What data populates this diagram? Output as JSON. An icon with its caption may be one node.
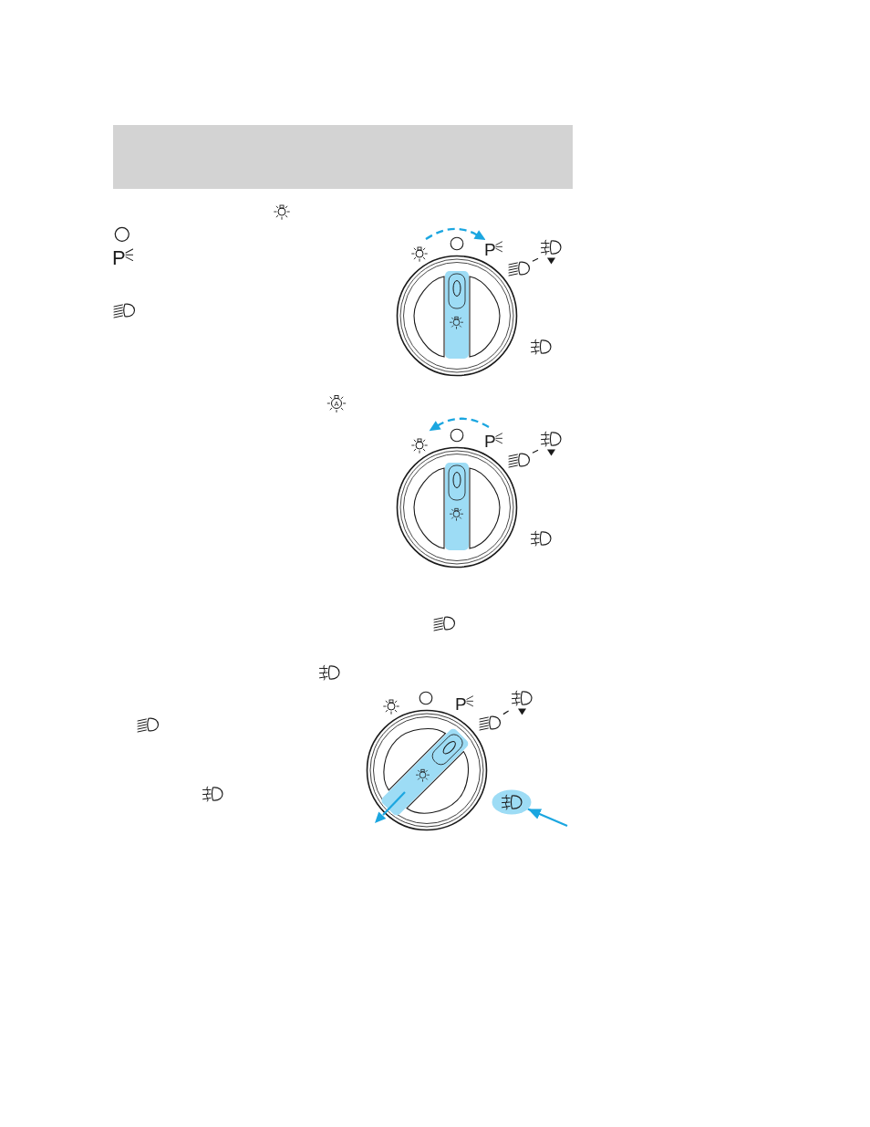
{
  "diagram": {
    "nodes": [
      {
        "text": [],
        "shape": "picture"
      },
      {
        "text": [],
        "shape": "picture"
      },
      {
        "text": [],
        "shape": "picture"
      },
      {
        "text": [],
        "shape": "picture"
      },
      {
        "text": [],
        "shape": "picture"
      },
      {
        "text": [],
        "shape": "picture"
      },
      {
        "text": [],
        "shape": "picture"
      }
    ],
    "edges": [
      {
        "from": 0,
        "to": 1,
        "arrow": "none",
        "style": "dashed"
      },
      {
        "from": 2,
        "to": 3,
        "arrow": "none",
        "style": "dashed"
      },
      {
        "from": 4,
        "to": 5,
        "arrow": "none",
        "style": "dashed"
      },
      {
        "from": null,
        "to": 6,
        "arrow": "to",
        "color": "#1ba6e0"
      }
    ],
    "labels": [
      "P",
      "P",
      "A",
      "P",
      "P"
    ]
  }
}
